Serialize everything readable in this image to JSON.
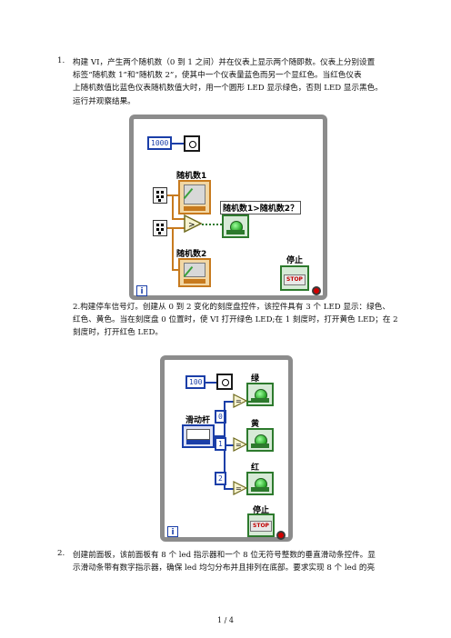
{
  "items": [
    {
      "number": "1.",
      "lines": [
        "构建 VI，产生两个随机数（0 到 1 之间）并在仪表上显示两个随即数。仪表上分别设置",
        "标签“随机数 1”和“随机数 2”，使其中一个仪表量蓝色而另一个显红色。当红色仪表",
        "上随机数值比蓝色仪表随机数值大时，用一个圆形 LED 显示绿色，否则 LED 显示黑色。",
        "运行并观察结果。"
      ]
    },
    {
      "number": "",
      "lines": [
        "2.构建停车信号灯。创建从 0 到 2 变化的刻度盘控件，该控件具有 3 个 LED 显示：绿色、",
        "红色、黄色。当在刻度盘 0 位置时，使 VI 打开绿色 LED;在 1 刻度时，打开黄色 LED；在 2",
        "刻度时，打开红色 LED。"
      ]
    },
    {
      "number": "2.",
      "lines": [
        "创建前面板，该前面板有 8 个 led 指示器和一个 8 位无符号整数的垂直滑动条控件。显",
        "示滑动条带有数字指示器，确保 led 均匀分布并且排列在底部。要求实现 8 个 led 的亮"
      ]
    }
  ],
  "diagram1": {
    "const_value": "1000",
    "label_rand1": "随机数1",
    "label_rand2": "随机数2",
    "label_compare": "随机数1>随机数2？",
    "label_stop": "停止",
    "stop_text": "STOP",
    "iter_text": "i"
  },
  "diagram2": {
    "const_value": "100",
    "label_slider": "滑动杆",
    "label_green": "绿",
    "label_yellow": "黄",
    "label_red": "红",
    "const_0": "0",
    "const_1": "1",
    "const_2": "2",
    "label_stop": "停止",
    "stop_text": "STOP",
    "iter_text": "i"
  },
  "page_number": "1 / 4",
  "colors": {
    "loop_frame": "#8c8c8c",
    "wire_orange": "#c77a1e",
    "wire_blue": "#1a3ea8",
    "led_green": "#1e9e1e",
    "stop_red": "#d10000"
  }
}
